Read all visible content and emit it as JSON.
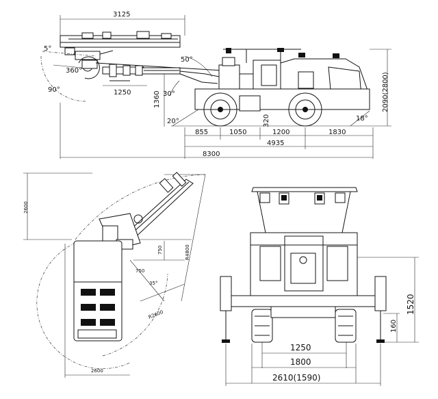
{
  "side_view": {
    "dims": {
      "boom_length": "3125",
      "boom_offset": "1250",
      "boom_height": "1360",
      "wheel_height": "320",
      "seg_855": "855",
      "seg_1050": "1050",
      "seg_1200": "1200",
      "seg_1830": "1830",
      "wheelbase_total": "4935",
      "overall_length": "8300",
      "height": "2090(2800)"
    },
    "angles": {
      "up": "5°",
      "rotate": "360°",
      "down": "90°",
      "boom_up": "50°",
      "boom_down": "30°",
      "approach": "20°",
      "departure": "18°"
    }
  },
  "top_view": {
    "dims": {
      "height_left": "2600",
      "width_bottom": "2600",
      "r4800": "R4800",
      "r2600": "R2600",
      "d750a": "750",
      "d750b": "750"
    },
    "angles": {
      "swing": "35°"
    }
  },
  "front_view": {
    "dims": {
      "height_1520": "1520",
      "height_160": "160",
      "width_1250": "1250",
      "width_1800": "1800",
      "width_total": "2610(1590)"
    }
  }
}
